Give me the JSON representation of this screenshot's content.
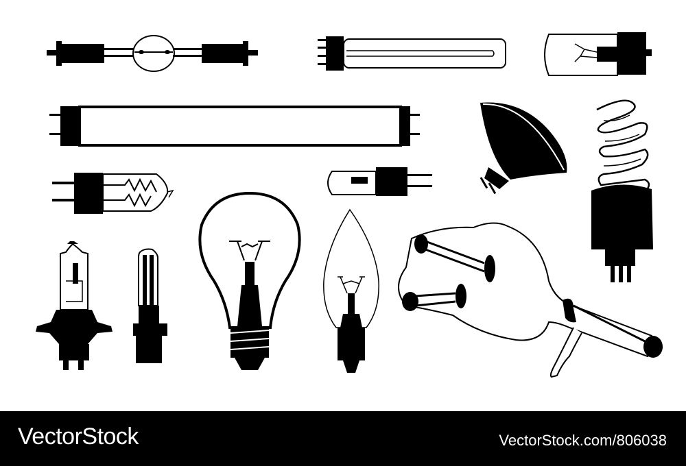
{
  "illustration": {
    "items": [
      "metal-halide-double-ended-lamp",
      "pl-compact-fluorescent-tube",
      "small-indicator-bulb",
      "linear-fluorescent-tube",
      "mr16-reflector-spotlight",
      "spiral-cfl-bulb",
      "halogen-capsule-lamp",
      "g4-halogen-capsule",
      "h4-car-headlight-bulb",
      "xenon-hid-bulb",
      "incandescent-a19-bulb",
      "candle-bulb",
      "xray-vacuum-tube"
    ],
    "colors": {
      "ink": "#000000",
      "paper": "#ffffff"
    }
  },
  "footer": {
    "brand": "VectorStock",
    "image_id": "VectorStock.com/806038",
    "background": "#000000",
    "text_color": "#ffffff"
  }
}
